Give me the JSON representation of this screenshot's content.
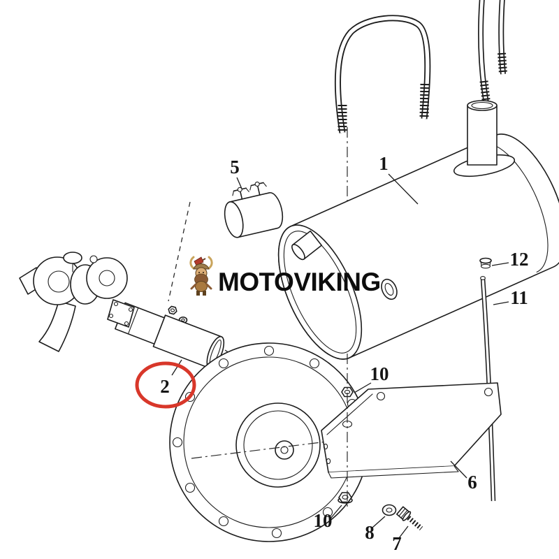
{
  "diagram": {
    "watermark_text": "MOTOVIKING",
    "highlight_color": "#d8372a",
    "callouts": {
      "muffler": "1",
      "exhaust_pipe": "2",
      "clamp": "5",
      "bracket": "6",
      "bolt": "7",
      "washer": "8",
      "nut_upper": "10",
      "nut_lower": "10",
      "rod": "11",
      "grommet": "12"
    }
  }
}
